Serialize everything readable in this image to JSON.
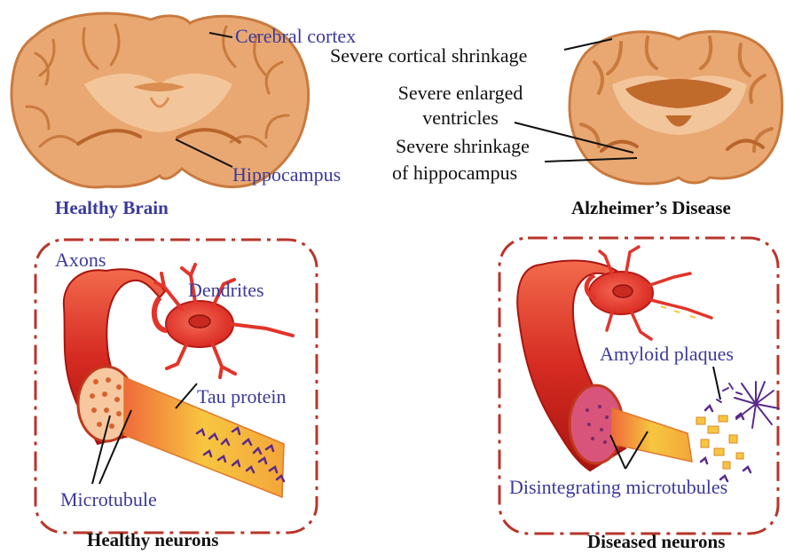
{
  "brain_panel": {
    "healthy": {
      "title": "Healthy Brain",
      "labels": {
        "cortex": "Cerebral cortex",
        "hippocampus": "Hippocampus"
      }
    },
    "diseased": {
      "title": "Alzheimer’s Disease",
      "labels": {
        "cortical_shrinkage": "Severe cortical shrinkage",
        "ventricles_line1": "Severe enlarged",
        "ventricles_line2": "ventricles",
        "hippocampus_line1": "Severe shrinkage",
        "hippocampus_line2": "of hippocampus"
      }
    }
  },
  "neuron_panel": {
    "healthy": {
      "title": "Healthy neurons",
      "labels": {
        "axons": "Axons",
        "dendrites": "Dendrites",
        "tau": "Tau protein",
        "microtubule": "Microtubule"
      }
    },
    "diseased": {
      "title": "Diseased neurons",
      "labels": {
        "amyloid": "Amyloid plaques",
        "microtubules": "Disintegrating microtubules"
      }
    }
  },
  "colors": {
    "brain_fill": "#e9a872",
    "brain_outline": "#c97a3e",
    "brain_inner": "#f2c59a",
    "neuron_red": "#e2342a",
    "neuron_dark": "#b71c16",
    "axon_yellow": "#f7c640",
    "tau_purple": "#5a2a8c",
    "box_border": "#b8352a",
    "label_blue": "#3b3a9c"
  }
}
